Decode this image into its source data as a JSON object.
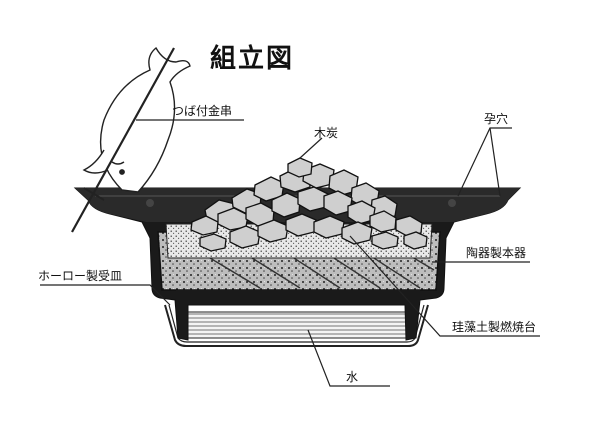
{
  "diagram": {
    "title": "組立図",
    "labels": {
      "skewer": "つば付金串",
      "charcoal": "木炭",
      "air_holes": "孕穴",
      "enamel_tray": "ホーロー製受皿",
      "ceramic_vessel": "陶器製本器",
      "grill_base": "珪藻土製燃焼台",
      "water": "水"
    }
  }
}
